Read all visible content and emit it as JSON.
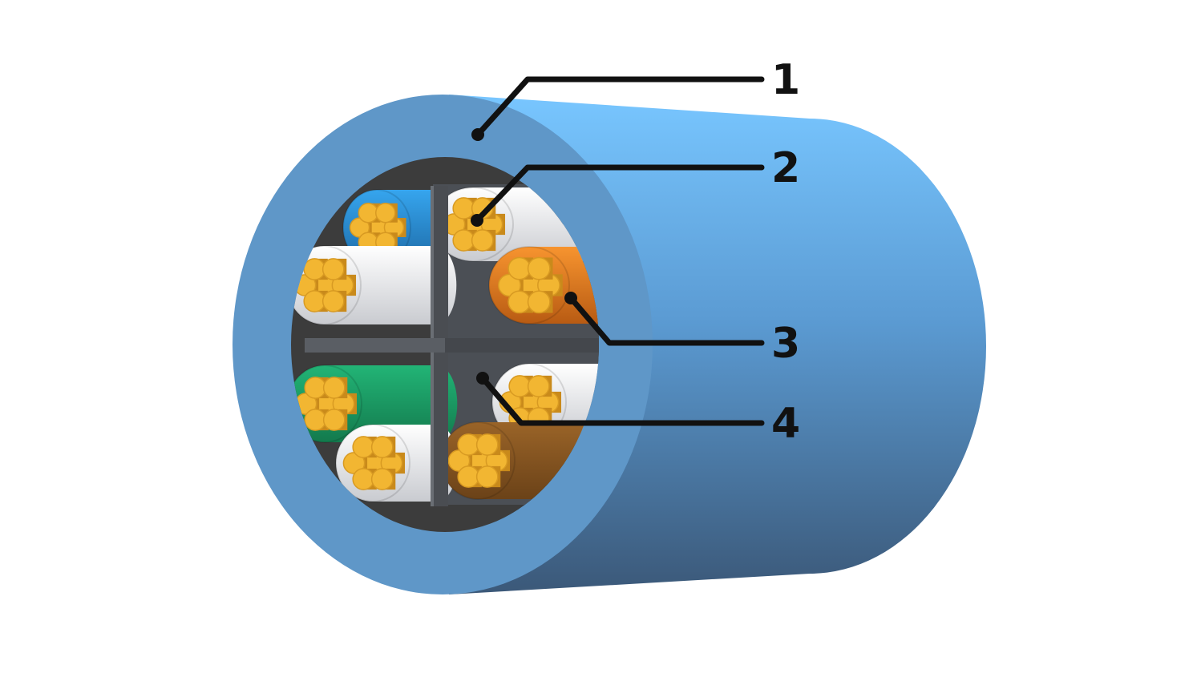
{
  "diagram": {
    "type": "cable-cross-section",
    "colors": {
      "jacket": "#5f97c8",
      "jacket_dark": "#3e5d82",
      "jacket_light": "#72c0ff",
      "core_background": "#3c3c3c",
      "separator": "#4b4f55",
      "conductor": "#f2b632",
      "insulation_white": "#f4f4f4",
      "blue": "#2f8ed3",
      "orange": "#f08424",
      "green": "#1aa36a",
      "brown": "#8a5723",
      "leader_line": "#111111"
    },
    "conductors": [
      {
        "color_name": "blue",
        "icon": "conductor-strands-icon"
      },
      {
        "color_name": "white-blue",
        "icon": "conductor-strands-icon"
      },
      {
        "color_name": "white-orange",
        "icon": "conductor-strands-icon"
      },
      {
        "color_name": "orange",
        "icon": "conductor-strands-icon"
      },
      {
        "color_name": "green",
        "icon": "conductor-strands-icon"
      },
      {
        "color_name": "white-green",
        "icon": "conductor-strands-icon"
      },
      {
        "color_name": "white-brown",
        "icon": "conductor-strands-icon"
      },
      {
        "color_name": "brown",
        "icon": "conductor-strands-icon"
      }
    ],
    "callouts": [
      {
        "number": "1"
      },
      {
        "number": "2"
      },
      {
        "number": "3"
      },
      {
        "number": "4"
      }
    ]
  }
}
